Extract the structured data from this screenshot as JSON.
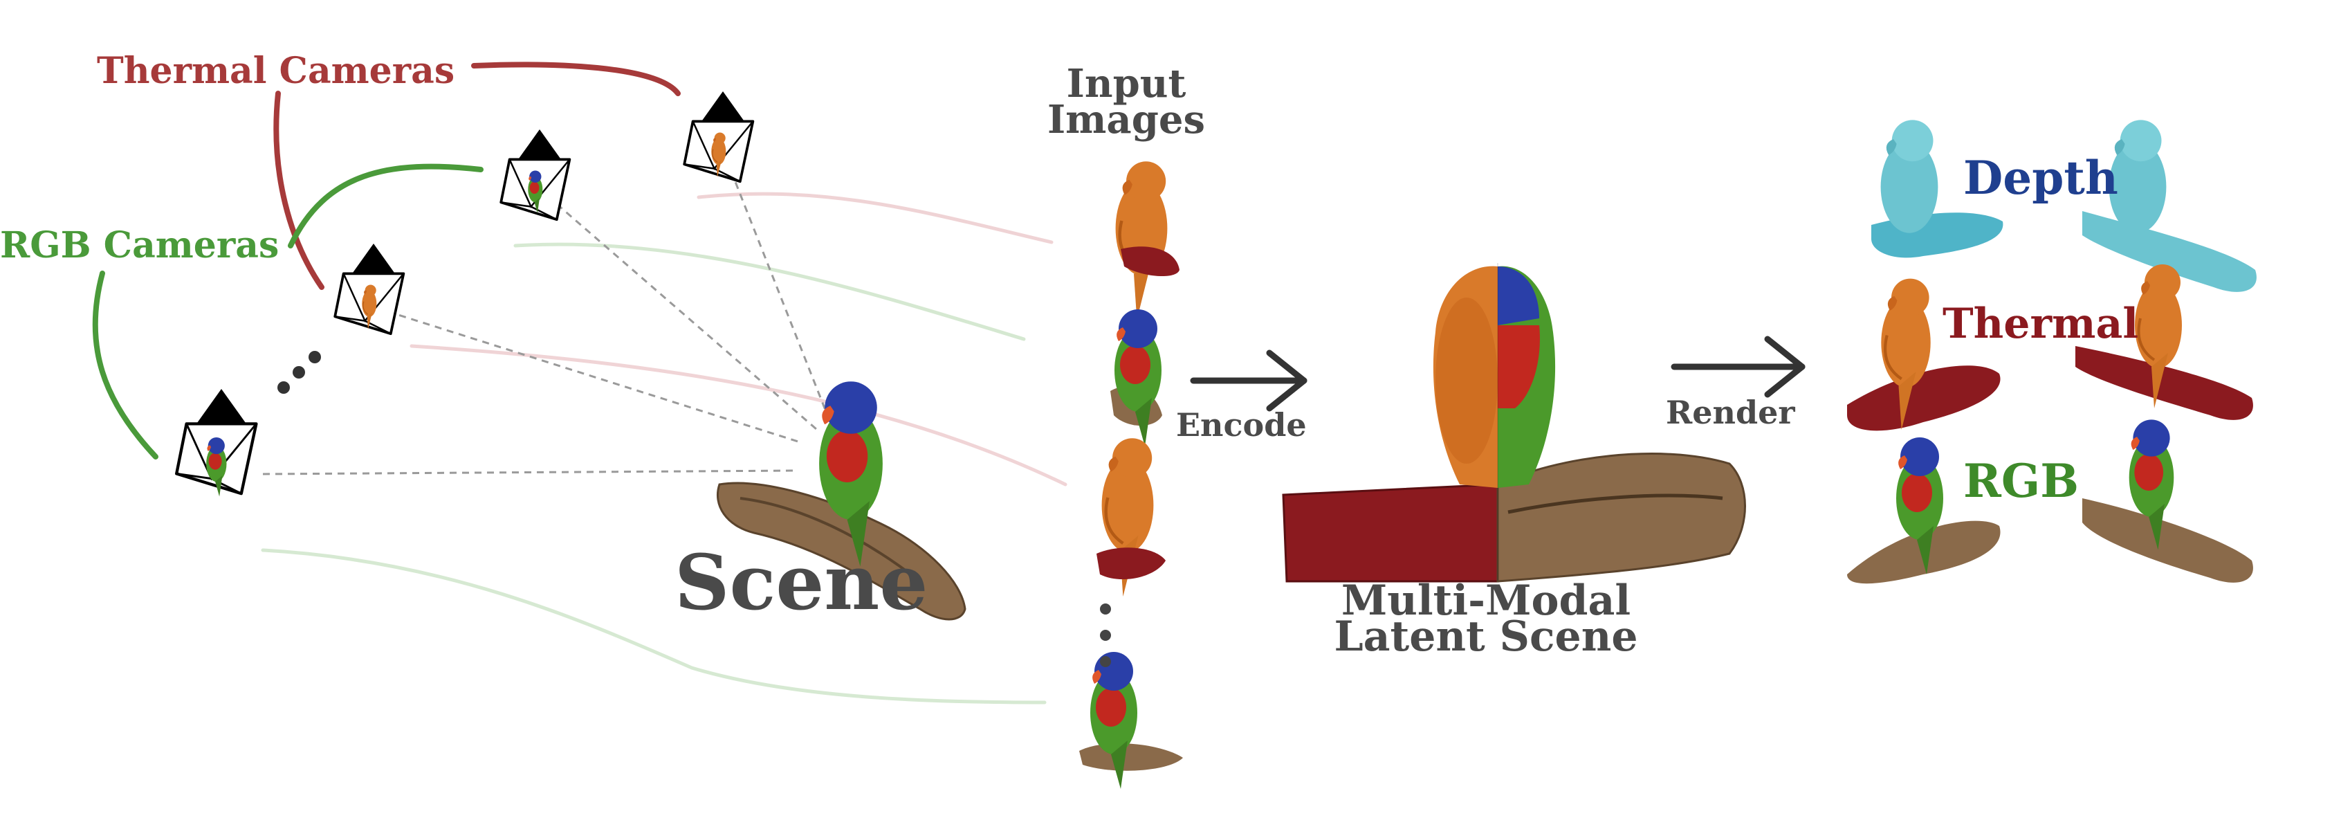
{
  "labels": {
    "thermal_cameras": "Thermal Cameras",
    "rgb_cameras": "RGB Cameras",
    "scene": "Scene",
    "input_images_line1": "Input",
    "input_images_line2": "Images",
    "encode": "Encode",
    "latent_line1": "Multi-Modal",
    "latent_line2": "Latent Scene",
    "render": "Render",
    "depth": "Depth",
    "thermal": "Thermal",
    "rgb": "RGB"
  },
  "colors": {
    "thermal": "#a63a3a",
    "thermal_dark": "#8b1a1f",
    "rgb": "#4a9a3a",
    "depth": "#1f3f8f",
    "depth_fill": "#6cc4d0",
    "text_gray": "#4a4a4a",
    "bird_orange": "#d97a2a",
    "wood": "#8a6a4a"
  }
}
